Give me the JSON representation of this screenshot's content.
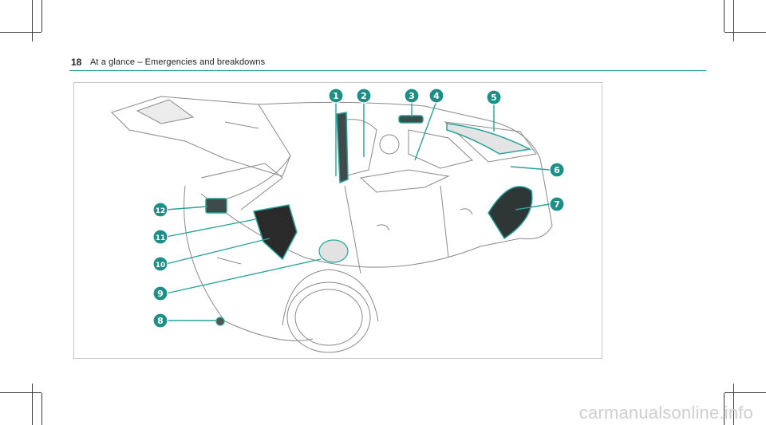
{
  "header": {
    "page_number": "18",
    "section_title": "At a glance – Emergencies and breakdowns"
  },
  "figure": {
    "callouts": [
      "1",
      "2",
      "3",
      "4",
      "5",
      "6",
      "7",
      "8",
      "9",
      "10",
      "11",
      "12"
    ],
    "accent_color": "#2aa39a",
    "callout_fill": "#1e8f86"
  },
  "footer": {
    "watermark": "carmanualsonline.info"
  }
}
